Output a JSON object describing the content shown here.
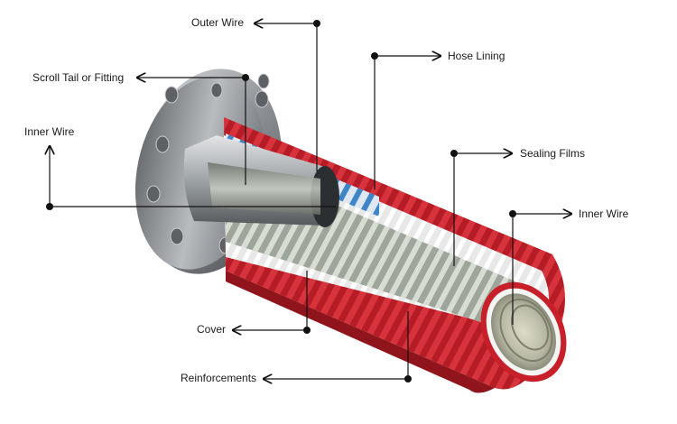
{
  "labels": {
    "outer_wire": "Outer Wire",
    "hose_lining": "Hose Lining",
    "scroll_tail": "Scroll Tail or Fitting",
    "inner_wire_left": "Inner Wire",
    "sealing_films": "Sealing Films",
    "inner_wire_right": "Inner Wire",
    "cover": "Cover",
    "reinforcements": "Reinforcements"
  },
  "colors": {
    "cover_red": "#c8202a",
    "reinforcement_white": "#f2f2f2",
    "film_blue": "#3f86c9",
    "wire_steel": "#b9c0b4",
    "flange_steel": "#8e9296",
    "callout_line": "#111111"
  },
  "icons": {
    "pointer": "callout-dot-and-arrow"
  }
}
